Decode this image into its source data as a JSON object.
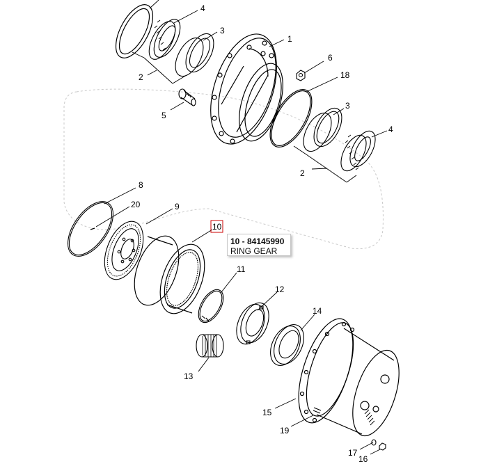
{
  "callouts": {
    "c1": "1",
    "c2a": "2",
    "c2b": "2",
    "c3a": "3",
    "c3b": "3",
    "c4a": "4",
    "c4b": "4",
    "c5": "5",
    "c6": "6",
    "c8": "8",
    "c9": "9",
    "c10": "10",
    "c11": "11",
    "c12": "12",
    "c13": "13",
    "c14": "14",
    "c15": "15",
    "c16": "16",
    "c17": "17",
    "c18": "18",
    "c19": "19",
    "c20": "20"
  },
  "tooltip": {
    "title": "10 - 84145990",
    "description": "RING GEAR"
  },
  "colors": {
    "line": "#000000",
    "group_outline": "#c8c8c8",
    "highlight": "#cc0000"
  }
}
